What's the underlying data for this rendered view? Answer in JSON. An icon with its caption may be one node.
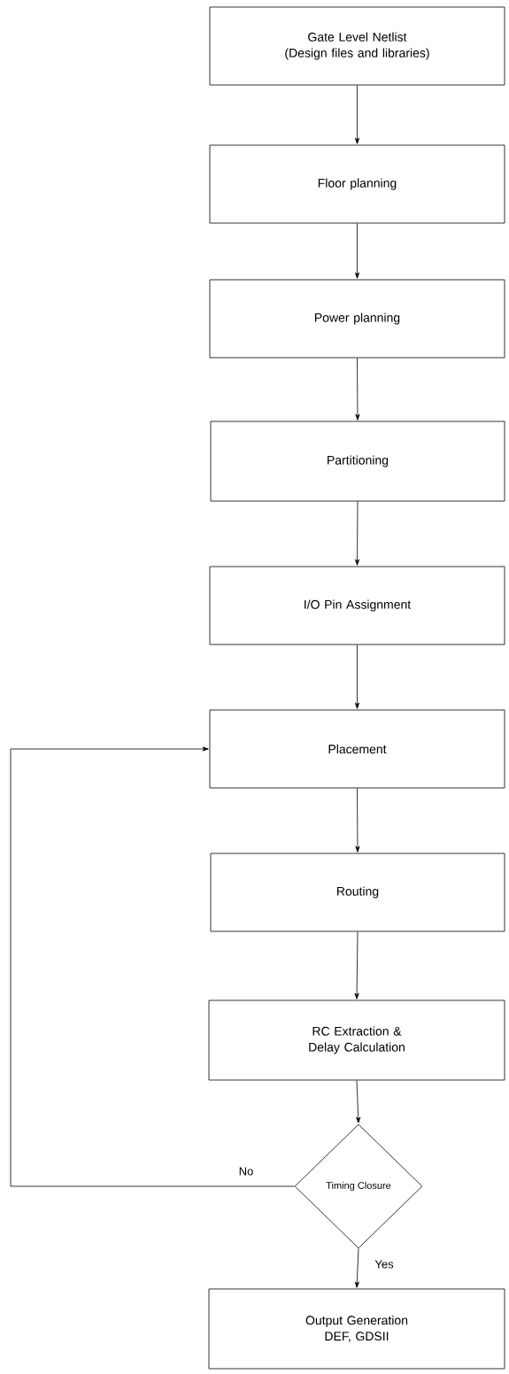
{
  "diagram": {
    "nodes": [
      {
        "text": [
          "Gate Level Netlist",
          "(Design files and libraries)"
        ]
      },
      {
        "text": [
          "Floor planning"
        ]
      },
      {
        "text": [
          "Power planning"
        ]
      },
      {
        "text": [
          "Partitioning"
        ]
      },
      {
        "text": [
          "I/O Pin Assignment"
        ]
      },
      {
        "text": [
          "Placement"
        ]
      },
      {
        "text": [
          "Routing"
        ]
      },
      {
        "text": [
          "RC Extraction & Delay Calculation"
        ]
      },
      {
        "text": [
          "Timing Closure"
        ]
      },
      {
        "text": [
          "Output Generation",
          "DEF, GDSII"
        ]
      }
    ],
    "edges": [
      {
        "from": 0,
        "to": 1,
        "arrow": "to"
      },
      {
        "from": 1,
        "to": 2,
        "arrow": "to"
      },
      {
        "from": 2,
        "to": 3,
        "arrow": "to"
      },
      {
        "from": 3,
        "to": 4,
        "arrow": "to"
      },
      {
        "from": 4,
        "to": 5,
        "arrow": "to"
      },
      {
        "from": 5,
        "to": 6,
        "arrow": "to"
      },
      {
        "from": 6,
        "to": 7,
        "arrow": "to"
      },
      {
        "from": 7,
        "to": 8,
        "arrow": "to"
      },
      {
        "from": 8,
        "to": 5,
        "arrow": "to",
        "label": "No"
      },
      {
        "from": 8,
        "to": 9,
        "arrow": "to",
        "label": "Yes"
      }
    ]
  }
}
